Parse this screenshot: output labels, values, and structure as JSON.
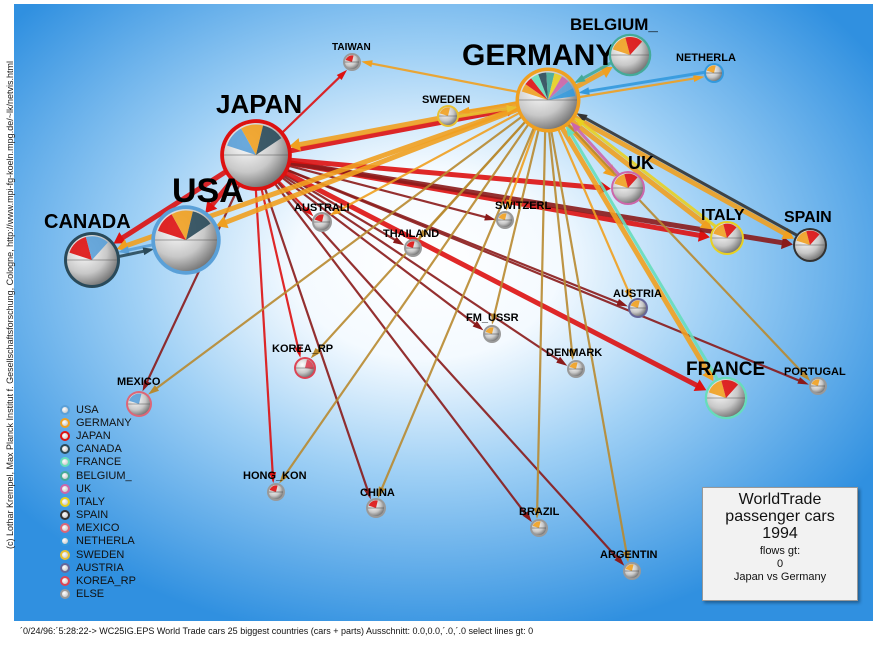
{
  "figure": {
    "title_lines": [
      "WorldTrade",
      "passenger cars",
      "1994"
    ],
    "subtitle_lines": [
      "flows gt:",
      "0",
      "Japan vs Germany"
    ],
    "side_credit": "(c) Lothar Krempel, Max Planck Institut f. Gesellschaftsforschung, Cologne, http://www.mpi-fg-koeln.mpg.de/~lk/netvis.html",
    "footer": "´0/24/96:´5:28:22->  WC25IG.EPS World Trade cars 25 biggest countries (cars + parts)  Ausschnitt: 0.0,0.0,´.0,´.0   select lines gt: 0"
  },
  "colors": {
    "japan_flow": "#dd1111",
    "germany_flow": "#f0a020",
    "japan_dark_flow": "#8a1a1a",
    "germany_dark_flow": "#b88a30",
    "canada_flow": "#2a4a5a",
    "france_flow": "#66ddbb",
    "belgium_flow": "#44aa99",
    "spain_flow": "#333333",
    "background_glow": "#3aa0e8"
  },
  "legend": [
    {
      "label": "USA",
      "color": "#5aa0d8"
    },
    {
      "label": "GERMANY",
      "color": "#f0a020"
    },
    {
      "label": "JAPAN",
      "color": "#dd1111"
    },
    {
      "label": "CANADA",
      "color": "#2a4a5a"
    },
    {
      "label": "FRANCE",
      "color": "#66ddbb"
    },
    {
      "label": "BELGIUM_",
      "color": "#44aa99"
    },
    {
      "label": "UK",
      "color": "#cc66aa"
    },
    {
      "label": "ITALY",
      "color": "#e8d020"
    },
    {
      "label": "SPAIN",
      "color": "#333333"
    },
    {
      "label": "MEXICO",
      "color": "#dd6677"
    },
    {
      "label": "NETHERLA",
      "color": "#3399dd"
    },
    {
      "label": "SWEDEN",
      "color": "#e8c030"
    },
    {
      "label": "AUSTRIA",
      "color": "#666699"
    },
    {
      "label": "KOREA_RP",
      "color": "#dd4455"
    },
    {
      "label": "ELSE",
      "color": "#999999"
    }
  ],
  "nodes": [
    {
      "id": "germany",
      "label": "GERMANY",
      "color": "#f0a020",
      "slices": [
        "#f0a020",
        "#dd1111",
        "#66ddbb",
        "#2a4a5a",
        "#44aa99",
        "#e8d020",
        "#cc66aa",
        "#5aa0d8",
        "#3399dd",
        "#999999"
      ]
    },
    {
      "id": "japan",
      "label": "JAPAN",
      "color": "#dd1111",
      "slices": [
        "#5aa0d8",
        "#f0a020",
        "#2a4a5a",
        "#999999"
      ]
    },
    {
      "id": "usa",
      "label": "USA",
      "color": "#5aa0d8",
      "slices": [
        "#dd1111",
        "#f0a020",
        "#2a4a5a",
        "#999999"
      ]
    },
    {
      "id": "canada",
      "label": "CANADA",
      "color": "#2a4a5a",
      "slices": [
        "#dd1111",
        "#5aa0d8",
        "#999999"
      ]
    },
    {
      "id": "belgium",
      "label": "BELGIUM_",
      "color": "#44aa99",
      "slices": [
        "#f0a020",
        "#dd1111",
        "#999999"
      ]
    },
    {
      "id": "netherla",
      "label": "NETHERLA",
      "color": "#3399dd",
      "slices": [
        "#f0a020",
        "#999999"
      ]
    },
    {
      "id": "taiwan",
      "label": "TAIWAN",
      "color": "#999999",
      "slices": [
        "#dd1111",
        "#999999"
      ]
    },
    {
      "id": "sweden",
      "label": "SWEDEN",
      "color": "#e8c030",
      "slices": [
        "#f0a020",
        "#999999"
      ]
    },
    {
      "id": "uk",
      "label": "UK",
      "color": "#cc66aa",
      "slices": [
        "#f0a020",
        "#dd1111",
        "#999999"
      ]
    },
    {
      "id": "italy",
      "label": "ITALY",
      "color": "#e8d020",
      "slices": [
        "#f0a020",
        "#dd1111",
        "#999999"
      ]
    },
    {
      "id": "spain",
      "label": "SPAIN",
      "color": "#333333",
      "slices": [
        "#f0a020",
        "#dd1111",
        "#999999"
      ]
    },
    {
      "id": "australi",
      "label": "AUSTRALI",
      "color": "#999999",
      "slices": [
        "#dd1111",
        "#999999"
      ]
    },
    {
      "id": "switzerl",
      "label": "SWITZERL",
      "color": "#999999",
      "slices": [
        "#f0a020",
        "#999999"
      ]
    },
    {
      "id": "thailand",
      "label": "THAILAND",
      "color": "#999999",
      "slices": [
        "#dd1111",
        "#999999"
      ]
    },
    {
      "id": "austria",
      "label": "AUSTRIA",
      "color": "#666699",
      "slices": [
        "#f0a020",
        "#999999"
      ]
    },
    {
      "id": "fm_ussr",
      "label": "FM_USSR",
      "color": "#999999",
      "slices": [
        "#f0a020",
        "#999999"
      ]
    },
    {
      "id": "korea_rp",
      "label": "KOREA_RP",
      "color": "#dd4455",
      "slices": [
        "#999999",
        "#dd4455"
      ]
    },
    {
      "id": "denmark",
      "label": "DENMARK",
      "color": "#999999",
      "slices": [
        "#f0a020",
        "#999999"
      ]
    },
    {
      "id": "mexico",
      "label": "MEXICO",
      "color": "#dd6677",
      "slices": [
        "#5aa0d8",
        "#999999"
      ]
    },
    {
      "id": "france",
      "label": "FRANCE",
      "color": "#66ddbb",
      "slices": [
        "#f0a020",
        "#dd1111",
        "#999999"
      ]
    },
    {
      "id": "portugal",
      "label": "PORTUGAL",
      "color": "#999999",
      "slices": [
        "#f0a020",
        "#999999"
      ]
    },
    {
      "id": "hong_kon",
      "label": "HONG_KON",
      "color": "#999999",
      "slices": [
        "#dd1111",
        "#999999"
      ]
    },
    {
      "id": "china",
      "label": "CHINA",
      "color": "#999999",
      "slices": [
        "#dd1111",
        "#999999"
      ]
    },
    {
      "id": "brazil",
      "label": "BRAZIL",
      "color": "#999999",
      "slices": [
        "#f0a020",
        "#999999"
      ]
    },
    {
      "id": "argentin",
      "label": "ARGENTIN",
      "color": "#999999",
      "slices": [
        "#f0a020",
        "#999999"
      ]
    }
  ],
  "edges": [
    {
      "from": "japan",
      "to": "usa",
      "color": "#dd1111"
    },
    {
      "from": "japan",
      "to": "canada",
      "color": "#dd1111"
    },
    {
      "from": "japan",
      "to": "taiwan",
      "color": "#dd1111"
    },
    {
      "from": "japan",
      "to": "australi",
      "color": "#dd1111"
    },
    {
      "from": "japan",
      "to": "thailand",
      "color": "#8a1a1a"
    },
    {
      "from": "japan",
      "to": "korea_rp",
      "color": "#dd1111"
    },
    {
      "from": "japan",
      "to": "hong_kon",
      "color": "#dd1111"
    },
    {
      "from": "japan",
      "to": "china",
      "color": "#8a1a1a"
    },
    {
      "from": "japan",
      "to": "switzerl",
      "color": "#8a1a1a"
    },
    {
      "from": "japan",
      "to": "italy",
      "color": "#dd1111"
    },
    {
      "from": "japan",
      "to": "spain",
      "color": "#8a1a1a"
    },
    {
      "from": "japan",
      "to": "austria",
      "color": "#8a1a1a"
    },
    {
      "from": "japan",
      "to": "fm_ussr",
      "color": "#8a1a1a"
    },
    {
      "from": "japan",
      "to": "denmark",
      "color": "#8a1a1a"
    },
    {
      "from": "japan",
      "to": "france",
      "color": "#dd1111"
    },
    {
      "from": "japan",
      "to": "portugal",
      "color": "#8a1a1a"
    },
    {
      "from": "japan",
      "to": "brazil",
      "color": "#8a1a1a"
    },
    {
      "from": "japan",
      "to": "argentin",
      "color": "#8a1a1a"
    },
    {
      "from": "japan",
      "to": "mexico",
      "color": "#8a1a1a"
    },
    {
      "from": "japan",
      "to": "germany",
      "color": "#dd1111"
    },
    {
      "from": "japan",
      "to": "uk",
      "color": "#dd1111"
    },
    {
      "from": "germany",
      "to": "usa",
      "color": "#f0a020"
    },
    {
      "from": "germany",
      "to": "japan",
      "color": "#f0a020"
    },
    {
      "from": "germany",
      "to": "canada",
      "color": "#f0a020"
    },
    {
      "from": "germany",
      "to": "taiwan",
      "color": "#f0a020"
    },
    {
      "from": "germany",
      "to": "sweden",
      "color": "#f0a020"
    },
    {
      "from": "germany",
      "to": "netherla",
      "color": "#f0a020"
    },
    {
      "from": "germany",
      "to": "belgium",
      "color": "#f0a020"
    },
    {
      "from": "germany",
      "to": "uk",
      "color": "#f0a020"
    },
    {
      "from": "germany",
      "to": "italy",
      "color": "#f0a020"
    },
    {
      "from": "germany",
      "to": "spain",
      "color": "#f0a020"
    },
    {
      "from": "germany",
      "to": "france",
      "color": "#f0a020"
    },
    {
      "from": "germany",
      "to": "switzerl",
      "color": "#f0a020"
    },
    {
      "from": "germany",
      "to": "austria",
      "color": "#f0a020"
    },
    {
      "from": "germany",
      "to": "fm_ussr",
      "color": "#b88a30"
    },
    {
      "from": "germany",
      "to": "denmark",
      "color": "#b88a30"
    },
    {
      "from": "germany",
      "to": "portugal",
      "color": "#b88a30"
    },
    {
      "from": "germany",
      "to": "brazil",
      "color": "#b88a30"
    },
    {
      "from": "germany",
      "to": "china",
      "color": "#b88a30"
    },
    {
      "from": "germany",
      "to": "argentin",
      "color": "#b88a30"
    },
    {
      "from": "germany",
      "to": "mexico",
      "color": "#b88a30"
    },
    {
      "from": "germany",
      "to": "australi",
      "color": "#f0a020"
    },
    {
      "from": "germany",
      "to": "thailand",
      "color": "#b88a30"
    },
    {
      "from": "germany",
      "to": "korea_rp",
      "color": "#b88a30"
    },
    {
      "from": "germany",
      "to": "hong_kon",
      "color": "#b88a30"
    },
    {
      "from": "usa",
      "to": "canada",
      "color": "#5aa0d8"
    },
    {
      "from": "canada",
      "to": "usa",
      "color": "#2a4a5a"
    },
    {
      "from": "belgium",
      "to": "germany",
      "color": "#44aa99"
    },
    {
      "from": "netherla",
      "to": "germany",
      "color": "#3399dd"
    },
    {
      "from": "france",
      "to": "germany",
      "color": "#66ddbb"
    },
    {
      "from": "spain",
      "to": "germany",
      "color": "#333333"
    },
    {
      "from": "italy",
      "to": "germany",
      "color": "#e8d020"
    },
    {
      "from": "uk",
      "to": "germany",
      "color": "#cc66aa"
    },
    {
      "from": "sweden",
      "to": "germany",
      "color": "#e8c030"
    }
  ]
}
